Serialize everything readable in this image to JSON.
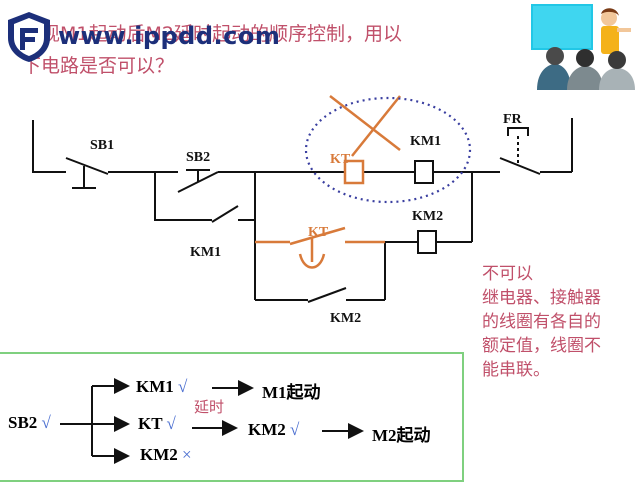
{
  "title": {
    "line1": "实现M1起动后M2延时起动的顺序控制，用以",
    "line2": "下电路是否可以？"
  },
  "watermark": "www.ippdd.com",
  "circuit": {
    "labels": {
      "sb1": "SB1",
      "sb2": "SB2",
      "km1_contact": "KM1",
      "kt_coil": "KT",
      "km1_coil": "KM1",
      "fr": "FR",
      "kt_contact": "KT",
      "km2_coil": "KM2",
      "km2_contact": "KM2"
    }
  },
  "note": {
    "lines": [
      "不可以",
      "继电器、接触器",
      "的线圈有各自的",
      "额定值，线圈不",
      "能串联。"
    ]
  },
  "flow": {
    "start": "SB2",
    "check": "√",
    "cross": "×",
    "delay": "延时",
    "branch1": {
      "item": "KM1",
      "result": "M1起动"
    },
    "branch2": {
      "item": "KT",
      "mid": "KM2",
      "result": "M2起动"
    },
    "branch3": {
      "item": "KM2"
    }
  },
  "colors": {
    "title": "#c0506a",
    "kt_wire": "#d87a3a",
    "dotted_circle": "#3a3fa0",
    "box_border": "#7fd07f"
  }
}
